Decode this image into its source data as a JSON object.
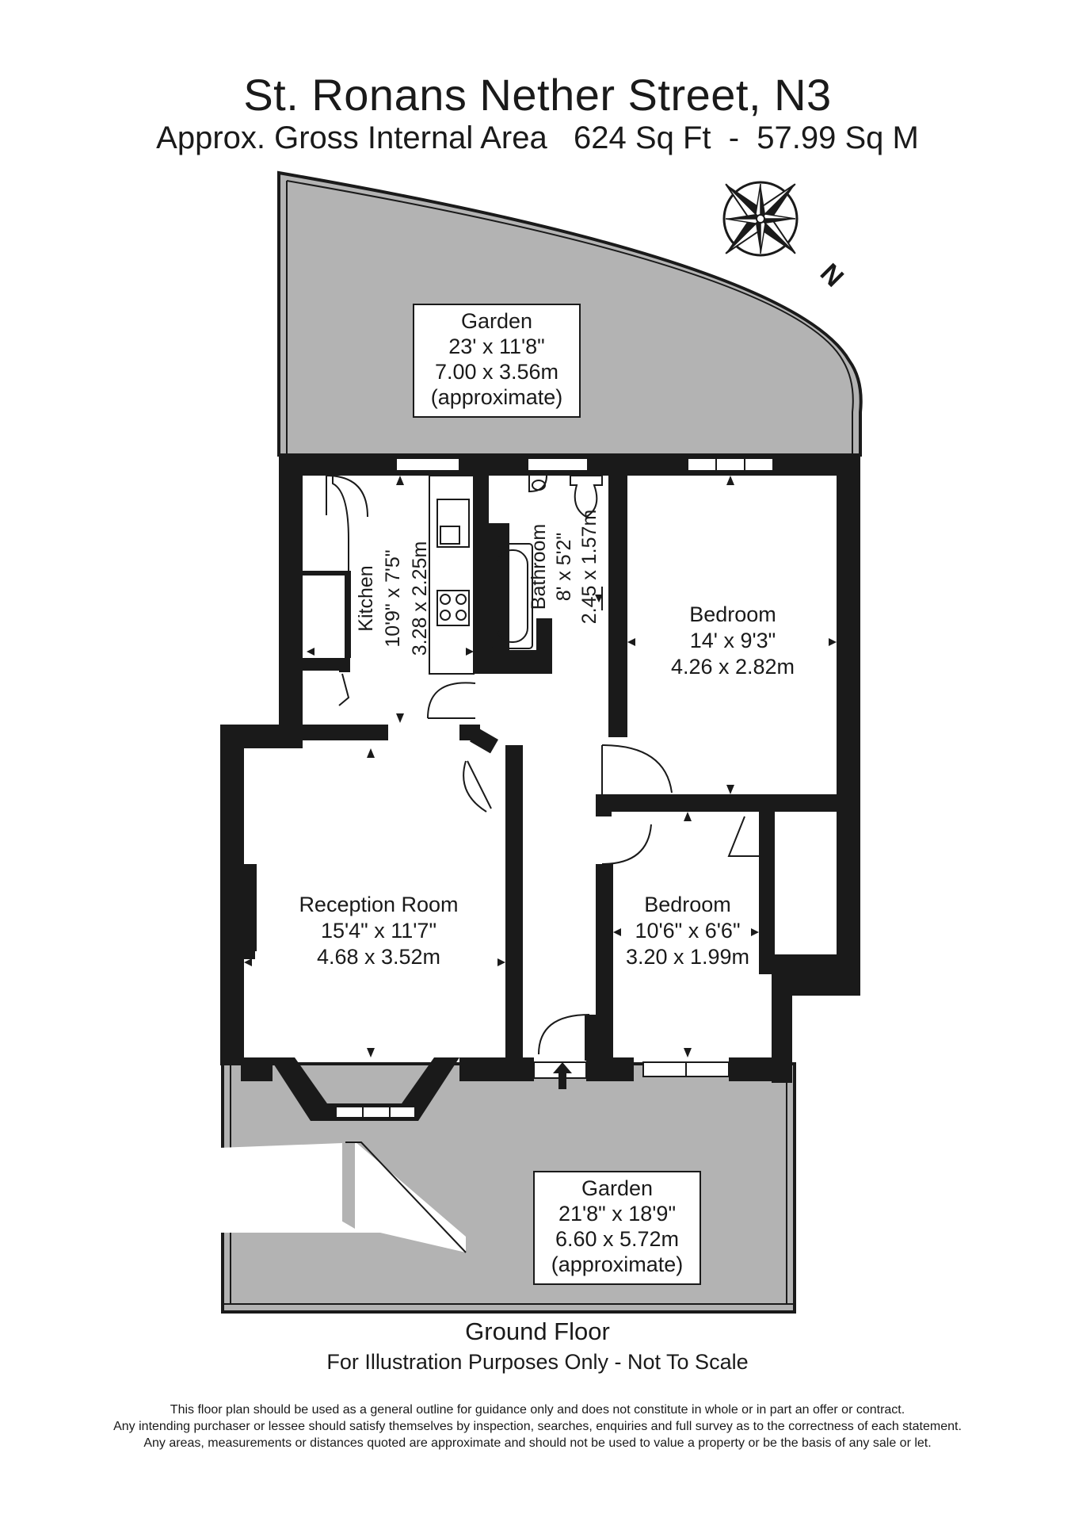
{
  "header": {
    "title": "St. Ronans Nether Street, N3",
    "subtitle": "Approx. Gross Internal Area   624 Sq Ft  -  57.99 Sq M"
  },
  "compass": {
    "north_label": "N"
  },
  "rooms": {
    "garden_rear": {
      "name": "Garden",
      "imperial": "23' x 11'8\"",
      "metric": "7.00 x 3.56m",
      "note": "(approximate)"
    },
    "kitchen": {
      "name": "Kitchen",
      "imperial": "10'9\" x 7'5\"",
      "metric": "3.28 x 2.25m"
    },
    "bathroom": {
      "name": "Bathroom",
      "imperial": "8' x 5'2\"",
      "metric": "2.45 x 1.57m"
    },
    "bedroom1": {
      "name": "Bedroom",
      "imperial": "14' x 9'3\"",
      "metric": "4.26 x 2.82m"
    },
    "reception": {
      "name": "Reception Room",
      "imperial": "15'4\" x 11'7\"",
      "metric": "4.68 x 3.52m"
    },
    "bedroom2": {
      "name": "Bedroom",
      "imperial": "10'6\" x 6'6\"",
      "metric": "3.20 x 1.99m"
    },
    "garden_front": {
      "name": "Garden",
      "imperial": "21'8\" x 18'9\"",
      "metric": "6.60 x 5.72m",
      "note": "(approximate)"
    }
  },
  "footer": {
    "floor": "Ground Floor",
    "note": "For Illustration Purposes Only - Not To Scale",
    "disclaimer": [
      "This floor plan should be used as a general outline for guidance only and does not constitute in whole or in part an offer or contract.",
      "Any intending purchaser or lessee should satisfy themselves by inspection, searches, enquiries and full survey as to the correctness of each statement.",
      "Any areas, measurements or distances quoted are approximate and should not be used to value a property or be the basis of any sale or let."
    ]
  },
  "colors": {
    "garden_fill": "#b3b3b3",
    "wall": "#1a1a1a",
    "background": "#ffffff"
  }
}
